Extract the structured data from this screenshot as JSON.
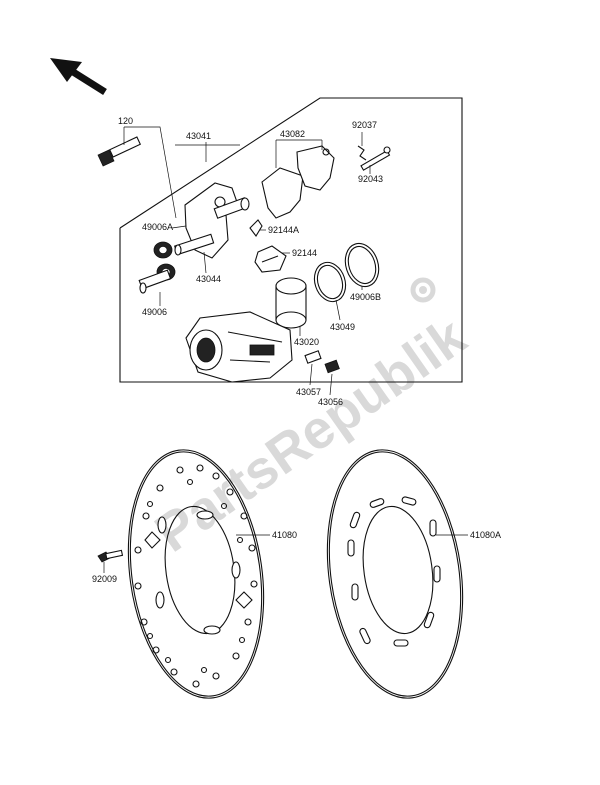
{
  "watermark": "PartsRepublik",
  "labels": {
    "l120": "120",
    "l43041": "43041",
    "l43082": "43082",
    "l92037": "92037",
    "l92043": "92043",
    "l49006A": "49006A",
    "l92144A": "92144A",
    "l92144": "92144",
    "l43044": "43044",
    "l49006": "49006",
    "l49006B": "49006B",
    "l43049": "43049",
    "l43020": "43020",
    "l43057": "43057",
    "l43056": "43056",
    "l41080": "41080",
    "l41080A": "41080A",
    "l92009": "92009"
  }
}
